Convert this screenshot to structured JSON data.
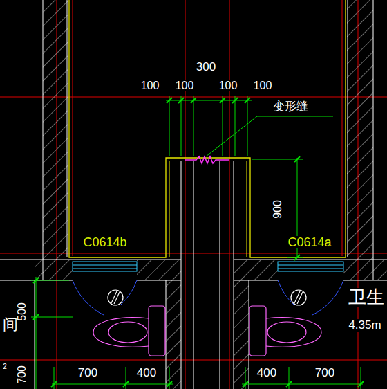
{
  "diagram": {
    "labels": [
      "300",
      "100",
      "100",
      "100",
      "100",
      "变形缝",
      "900",
      "C0614b",
      "C0614a",
      "卫生",
      "4.35m",
      "间",
      "500",
      "2",
      "700",
      "700",
      "400",
      "400",
      "700"
    ]
  }
}
